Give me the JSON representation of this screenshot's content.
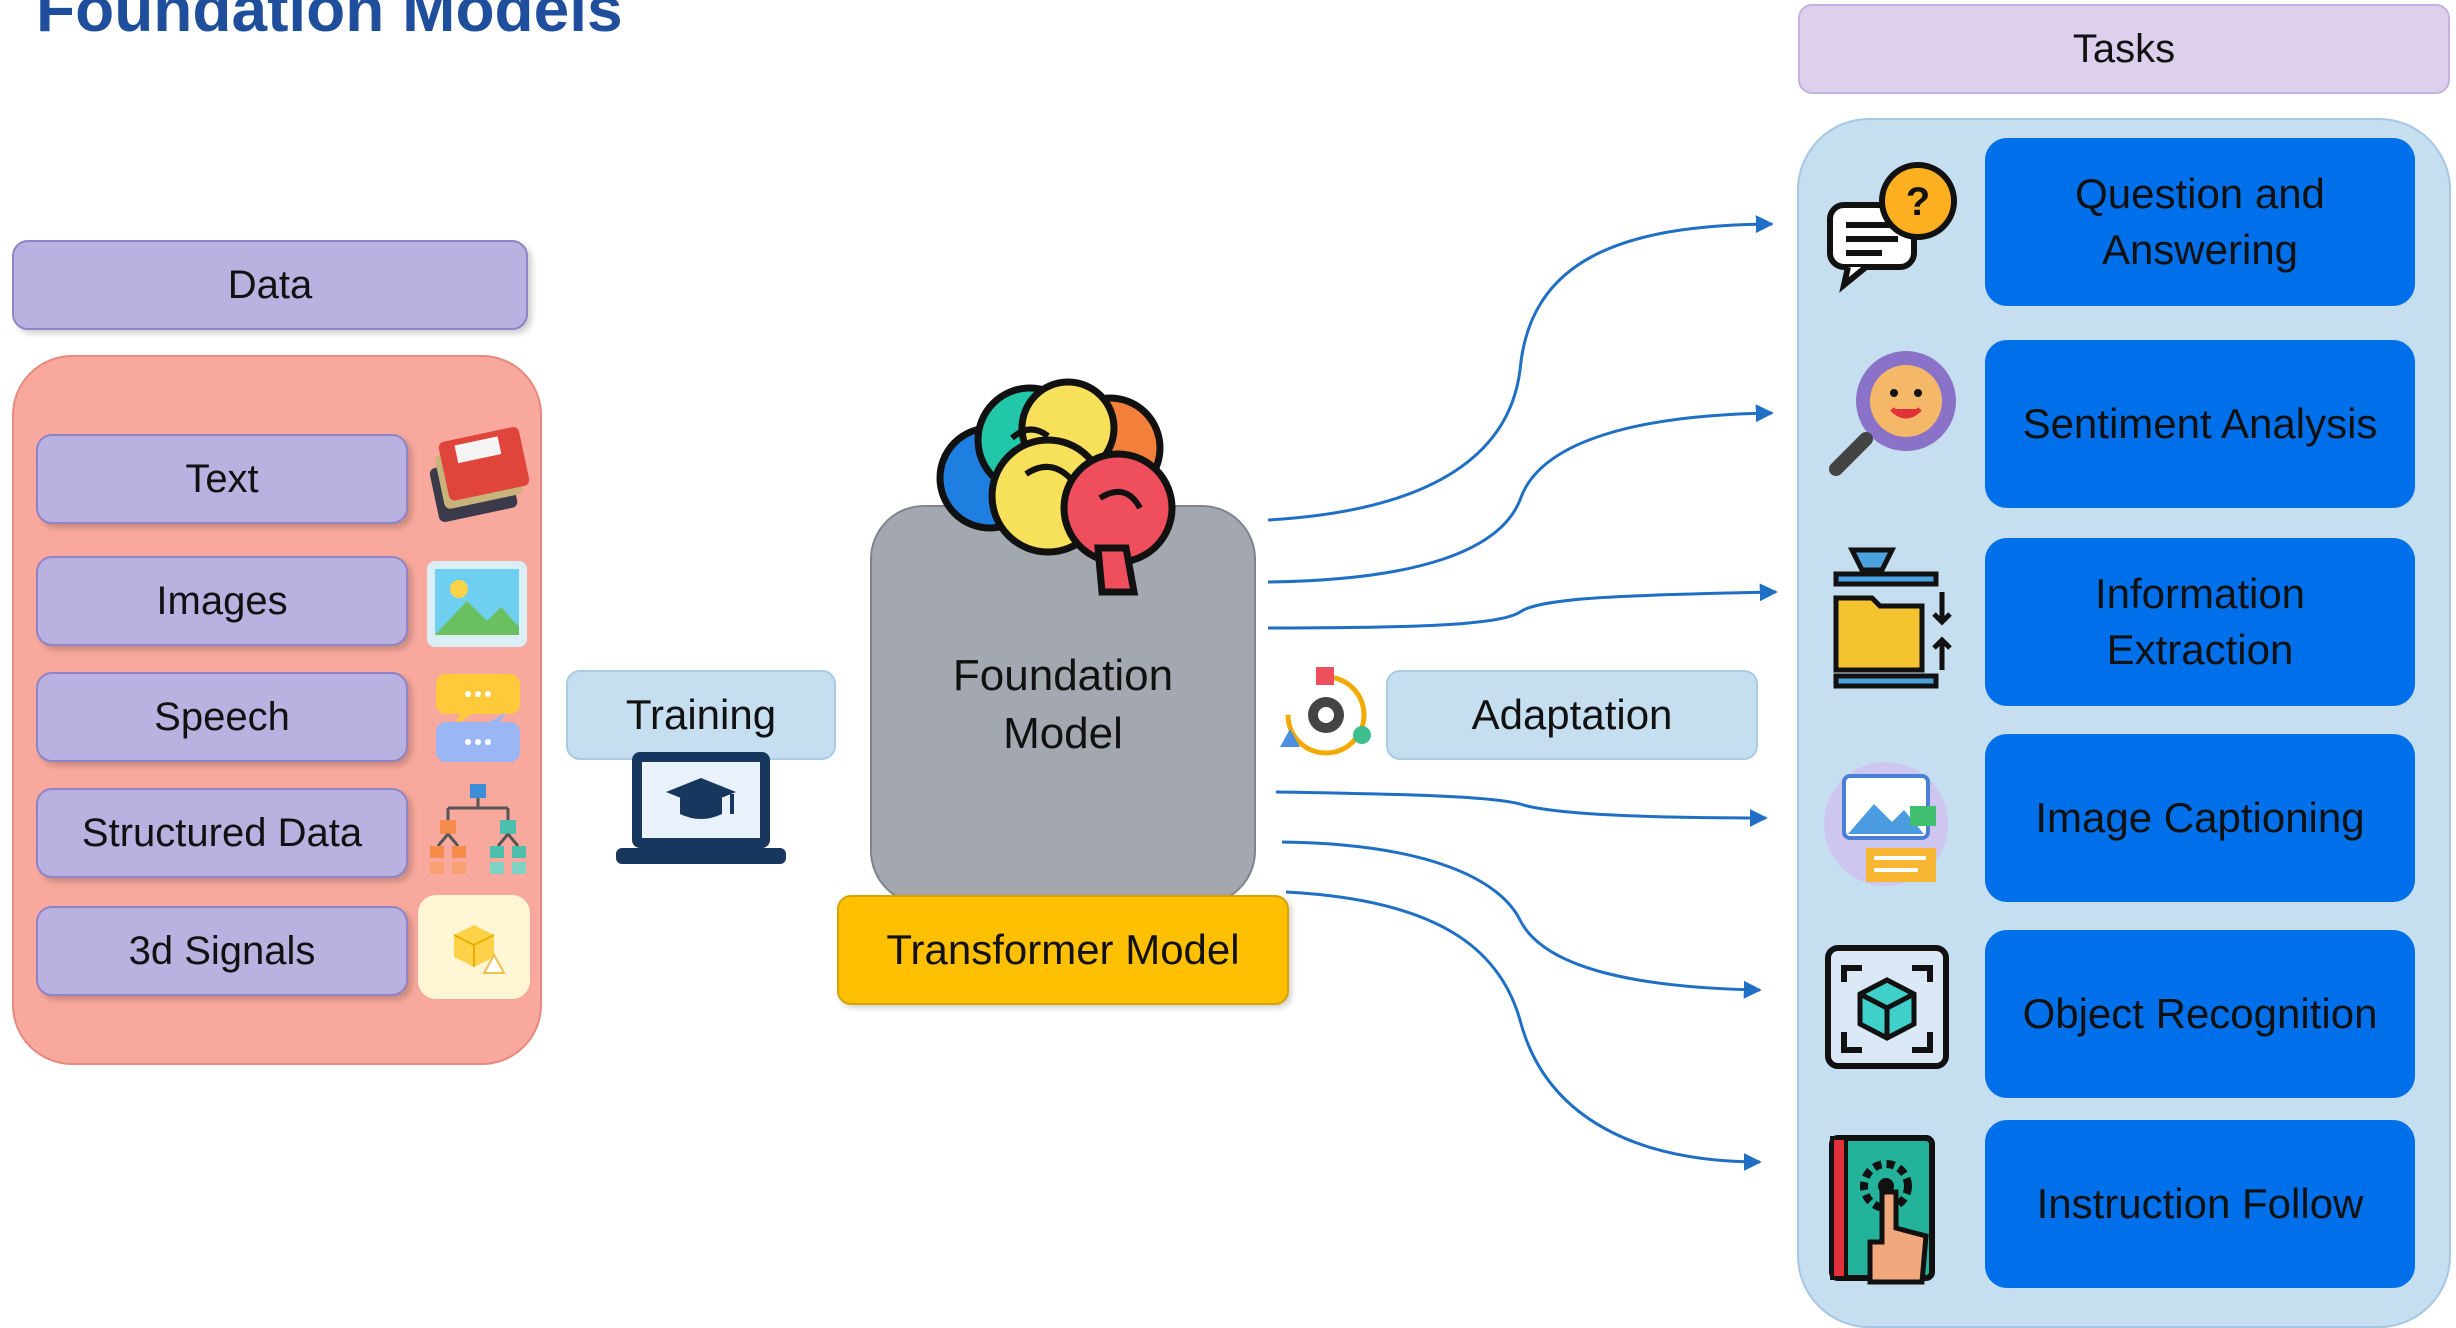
{
  "title": "Foundation Models",
  "data_section": {
    "header": "Data",
    "items": [
      {
        "label": "Text",
        "icon": "books-icon"
      },
      {
        "label": "Images",
        "icon": "picture-icon"
      },
      {
        "label": "Speech",
        "icon": "chat-bubbles-icon"
      },
      {
        "label": "Structured Data",
        "icon": "hierarchy-icon"
      },
      {
        "label": "3d Signals",
        "icon": "cube-warning-icon"
      }
    ]
  },
  "training": {
    "label": "Training",
    "icon": "laptop-graduation-icon"
  },
  "model": {
    "label_line1": "Foundation",
    "label_line2": "Model",
    "icon": "brain-icon",
    "base_label": "Transformer Model"
  },
  "adaptation": {
    "label": "Adaptation",
    "icon": "gear-cycle-icon"
  },
  "tasks": {
    "header": "Tasks",
    "items": [
      {
        "line1": "Question and",
        "line2": "Answering",
        "icon": "question-chat-icon"
      },
      {
        "line1": "Sentiment Analysis",
        "line2": "",
        "icon": "smiley-magnifier-icon"
      },
      {
        "line1": "Information",
        "line2": "Extraction",
        "icon": "folder-extract-icon"
      },
      {
        "line1": "Image Captioning",
        "line2": "",
        "icon": "image-caption-icon"
      },
      {
        "line1": "Object Recognition",
        "line2": "",
        "icon": "cube-scan-icon"
      },
      {
        "line1": "Instruction Follow",
        "line2": "",
        "icon": "book-gear-hand-icon"
      }
    ]
  },
  "colors": {
    "title": "#1f4e9c",
    "data_panel": "#f8a89c",
    "data_item": "#b9b1df",
    "training_adaptation": "#c5def0",
    "foundation_model": "#a3a7b0",
    "transformer": "#fec000",
    "tasks_header": "#ddd0ec",
    "tasks_panel": "#c5def0",
    "task_box": "#0070ea",
    "arrow": "#1f6fc4"
  }
}
